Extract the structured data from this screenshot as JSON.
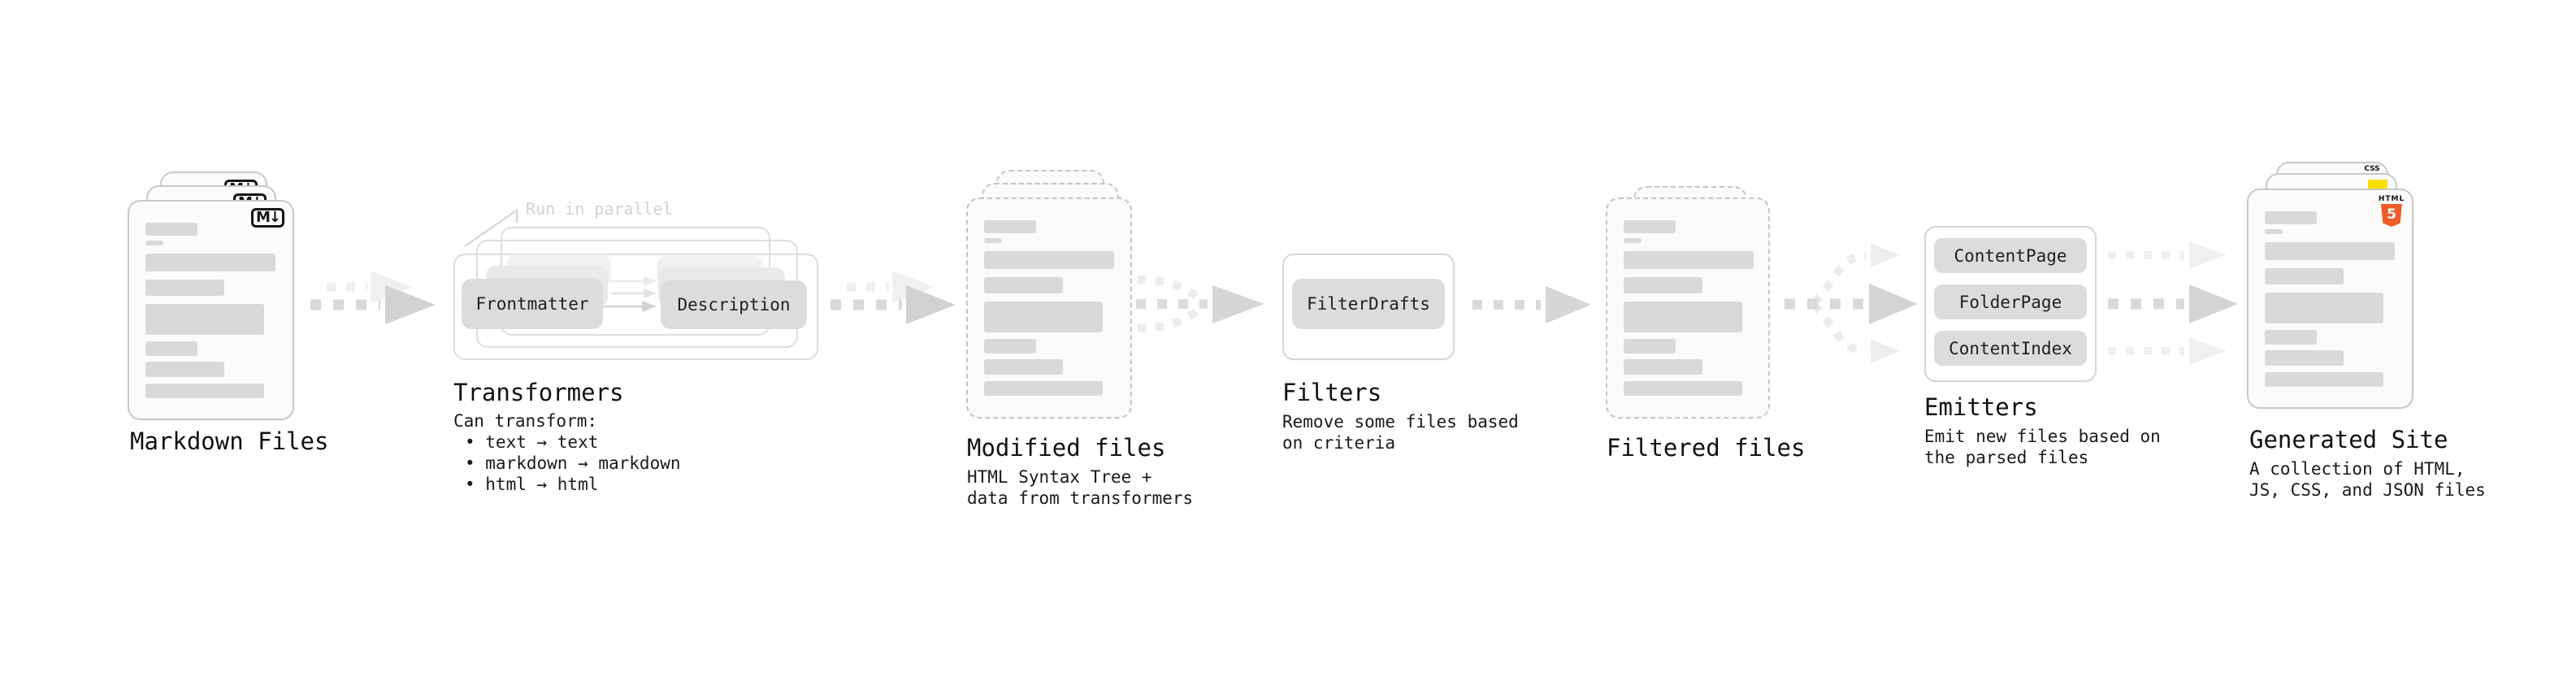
{
  "stages": {
    "markdown": {
      "label": "Markdown Files"
    },
    "transformers": {
      "label": "Transformers",
      "note": "Run in parallel",
      "pill_a": "Frontmatter",
      "pill_b": "Description",
      "desc_title": "Can transform:",
      "bullets": [
        "• text → text",
        "• markdown → markdown",
        "• html → html"
      ]
    },
    "modified": {
      "label": "Modified files",
      "desc": [
        "HTML Syntax Tree +",
        "data from transformers"
      ]
    },
    "filters": {
      "label": "Filters",
      "pill": "FilterDrafts",
      "desc": [
        "Remove some files based",
        "on criteria"
      ]
    },
    "filtered": {
      "label": "Filtered files"
    },
    "emitters": {
      "label": "Emitters",
      "pills": [
        "ContentPage",
        "FolderPage",
        "ContentIndex"
      ],
      "desc": [
        "Emit new files based on",
        "the parsed files"
      ]
    },
    "generated": {
      "label": "Generated Site",
      "desc": [
        "A collection of HTML,",
        "JS, CSS, and JSON files"
      ]
    }
  },
  "badges": {
    "markdown": "M↓",
    "css_word": "CSS",
    "html_word": "HTML",
    "html_five": "5"
  },
  "colors": {
    "js_yellow": "#fbe000",
    "css_blue": "#2e6ae8",
    "html_orange": "#ef5c29",
    "bar_gray": "#d9d9d9",
    "pill_gray": "#dcdcdc",
    "arrow_gray": "#d6d6d6",
    "ghost_arrow_gray": "#efefef",
    "note_gray": "#d2d2d2"
  }
}
